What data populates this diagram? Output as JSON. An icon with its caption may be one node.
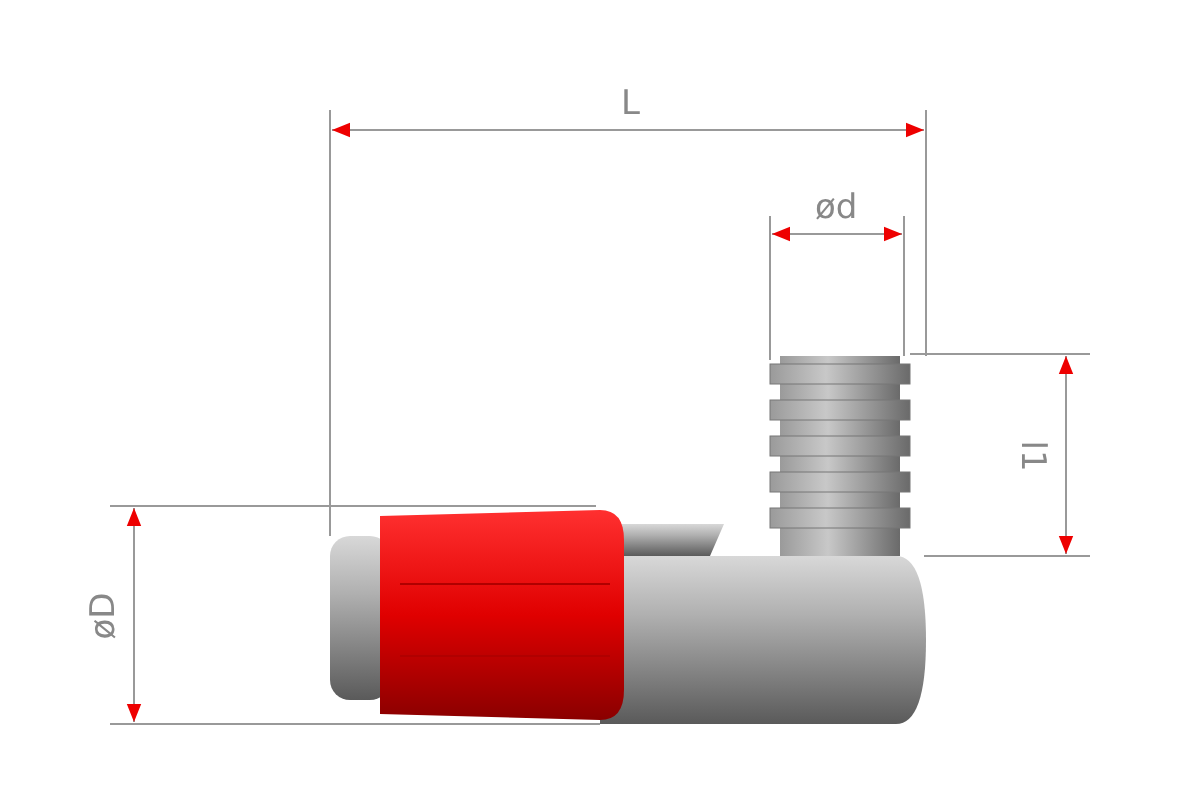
{
  "diagram": {
    "labels": [
      "L",
      "ød",
      "l1",
      "øD"
    ]
  }
}
